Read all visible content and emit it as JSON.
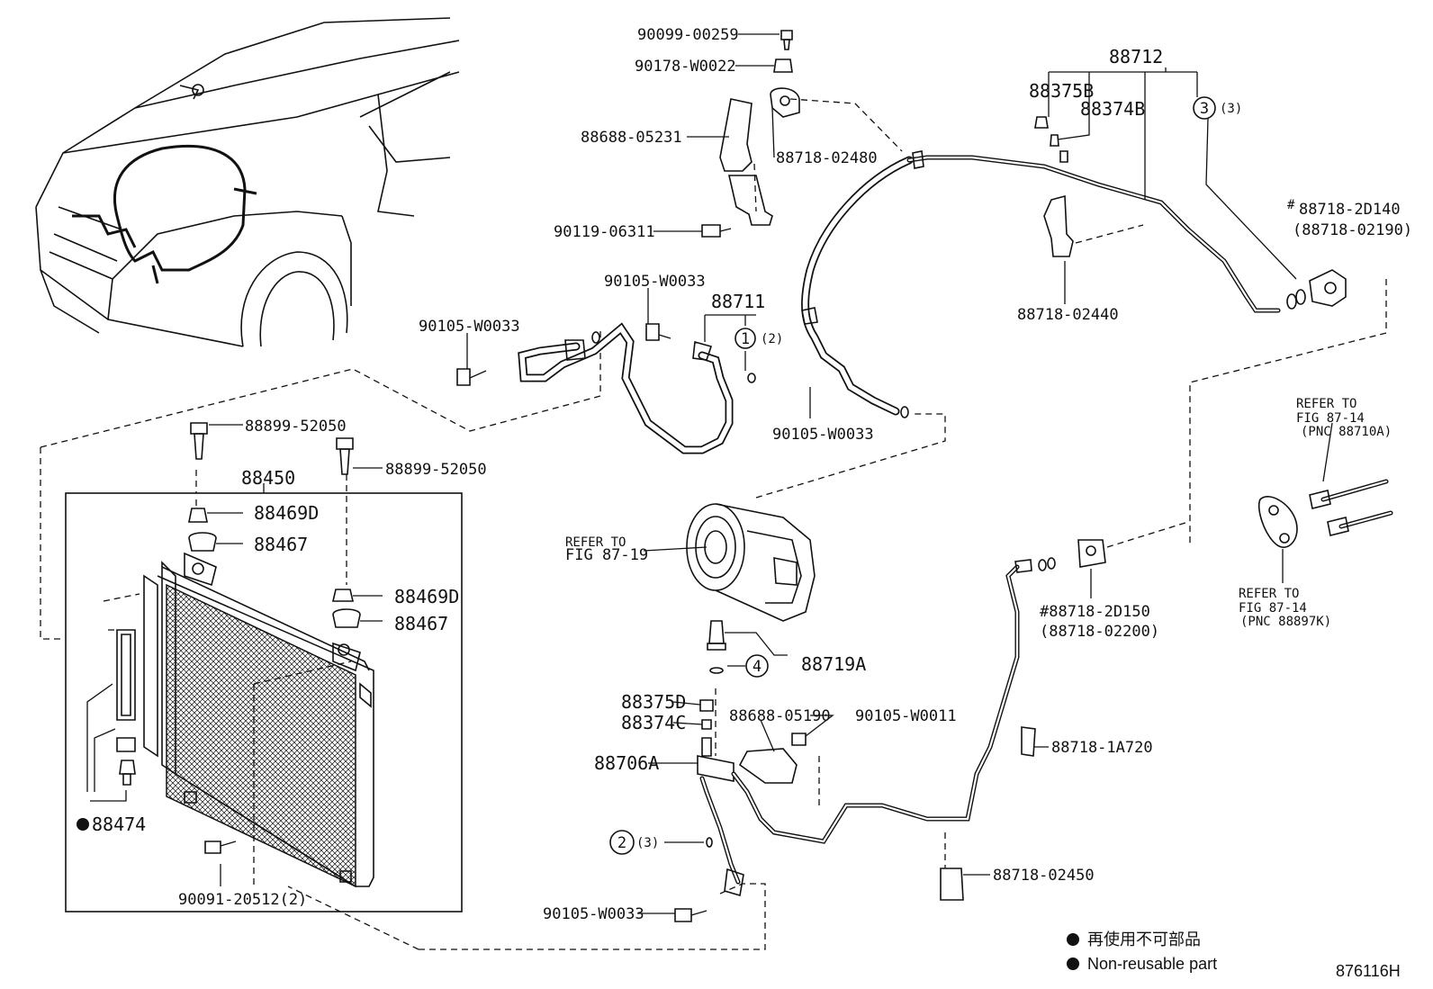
{
  "diagram_id": "876116H",
  "legend": {
    "chinese": "再使用不可部品",
    "english": "Non-reusable part"
  },
  "labels": {
    "p90099_00259": "90099-00259",
    "p90178_w0022": "90178-W0022",
    "p88688_05231": "88688-05231",
    "p88718_02480": "88718-02480",
    "p90119_06311": "90119-06311",
    "p88712": "88712",
    "p88375b": "88375B",
    "p88374b": "88374B",
    "p88718_2d140": "88718-2D140",
    "p88718_02190": "(88718-02190)",
    "p88718_02440": "88718-02440",
    "p90105_w0033_a": "90105-W0033",
    "p90105_w0033_b": "90105-W0033",
    "p88711": "88711",
    "p90105_w0033_c": "90105-W0033",
    "p88899_52050_a": "88899-52050",
    "p88899_52050_b": "88899-52050",
    "p88450": "88450",
    "p88469d_a": "88469D",
    "p88467_a": "88467",
    "p88469d_b": "88469D",
    "p88467_b": "88467",
    "p88474": "88474",
    "p90091_20512": "90091-20512(2)",
    "refer_fig_87_19_l1": "REFER TO",
    "refer_fig_87_19_l2": "FIG 87-19",
    "p88719a": "88719A",
    "p88375d": "88375D",
    "p88374c": "88374C",
    "p88688_05190": "88688-05190",
    "p90105_w0011": "90105-W0011",
    "p88706a": "88706A",
    "p90105_w0033_d": "90105-W0033",
    "refer_87_14a_l1": "REFER TO",
    "refer_87_14a_l2": "FIG 87-14",
    "refer_87_14a_l3": "(PNC 88710A)",
    "p88718_2d150": "#88718-2D150",
    "p88718_02200": "(88718-02200)",
    "refer_87_14b_l1": "REFER TO",
    "refer_87_14b_l2": "FIG 87-14",
    "refer_87_14b_l3": "(PNC 88897K)",
    "p88718_1a720": "88718-1A720",
    "p88718_02450": "88718-02450",
    "hash": "#",
    "circle_1": "1",
    "circle_1_qty": "(2)",
    "circle_2": "2",
    "circle_2_qty": "(3)",
    "circle_3": "3",
    "circle_3_qty": "(3)",
    "circle_4": "4"
  },
  "icons": {
    "legend_dot": "filled-circle"
  }
}
